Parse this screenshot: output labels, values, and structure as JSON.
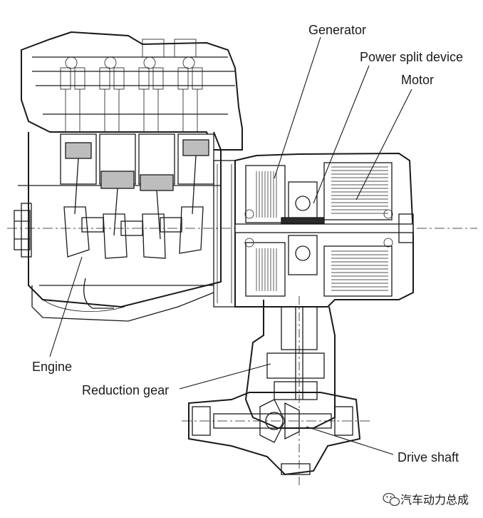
{
  "labels": {
    "generator": "Generator",
    "power_split_device": "Power split device",
    "motor": "Motor",
    "engine": "Engine",
    "reduction_gear": "Reduction gear",
    "drive_shaft": "Drive shaft"
  },
  "watermark": {
    "text": "汽车动力总成",
    "icon": "wechat-icon"
  }
}
